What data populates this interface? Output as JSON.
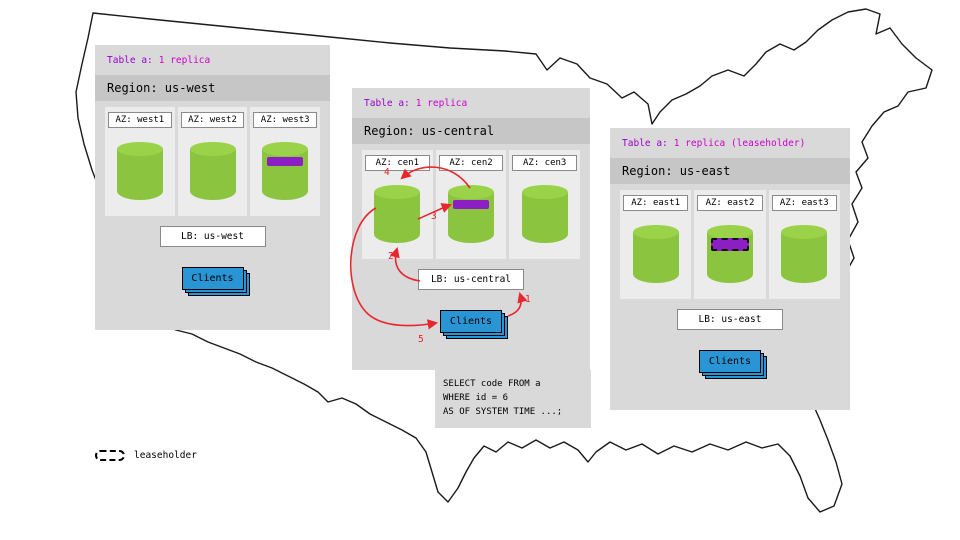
{
  "regions": [
    {
      "header": {
        "prefix": "Table a:",
        "suffix": "1 replica"
      },
      "title": "Region: us-west",
      "azs": [
        {
          "label": "AZ: west1",
          "has_replica": false,
          "leaseholder": false
        },
        {
          "label": "AZ: west2",
          "has_replica": false,
          "leaseholder": false
        },
        {
          "label": "AZ: west3",
          "has_replica": true,
          "leaseholder": false
        }
      ],
      "lb": "LB: us-west",
      "clients": "Clients"
    },
    {
      "header": {
        "prefix": "Table a:",
        "suffix": "1 replica"
      },
      "title": "Region: us-central",
      "azs": [
        {
          "label": "AZ: cen1",
          "has_replica": false,
          "leaseholder": false
        },
        {
          "label": "AZ: cen2",
          "has_replica": true,
          "leaseholder": false
        },
        {
          "label": "AZ: cen3",
          "has_replica": false,
          "leaseholder": false
        }
      ],
      "lb": "LB: us-central",
      "clients": "Clients"
    },
    {
      "header": {
        "prefix": "Table a:",
        "suffix": "1 replica (leaseholder)"
      },
      "title": "Region: us-east",
      "azs": [
        {
          "label": "AZ: east1",
          "has_replica": false,
          "leaseholder": false
        },
        {
          "label": "AZ: east2",
          "has_replica": true,
          "leaseholder": true
        },
        {
          "label": "AZ: east3",
          "has_replica": false,
          "leaseholder": false
        }
      ],
      "lb": "LB: us-east",
      "clients": "Clients"
    }
  ],
  "flow_steps": [
    "1",
    "2",
    "3",
    "4",
    "5"
  ],
  "sql_query": {
    "line1": "SELECT code FROM a",
    "line2": "WHERE id = 6",
    "line3": "AS OF SYSTEM TIME ...;"
  },
  "legend": {
    "label": "leaseholder"
  },
  "colors": {
    "replica_green": "#8bc53f",
    "replica_band_purple": "#8b1fc4",
    "clients_blue": "#2a95d5",
    "arrow_red": "#e8262d",
    "table_header_purple": "#9900cc",
    "replica_text_magenta": "#cc00cc"
  }
}
